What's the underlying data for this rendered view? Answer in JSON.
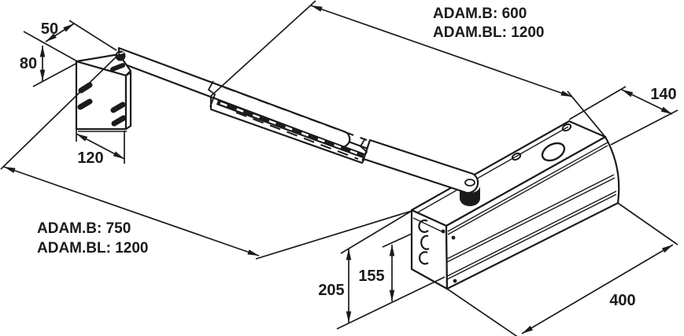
{
  "drawing": {
    "type": "technical-dimension-drawing",
    "product_labels": {
      "top": {
        "line1": "ADAM.B: 600",
        "line2": "ADAM.BL: 1200"
      },
      "bottom": {
        "line1": "ADAM.B: 750",
        "line2": "ADAM.BL: 1200"
      }
    },
    "dimensions": {
      "bracket_depth": "50",
      "bracket_drop": "80",
      "bracket_width": "120",
      "body_width": "140",
      "body_height_total": "205",
      "body_height_mount": "155",
      "body_length": "400"
    },
    "colors": {
      "line": "#1b1b1b",
      "background": "#ffffff"
    }
  }
}
